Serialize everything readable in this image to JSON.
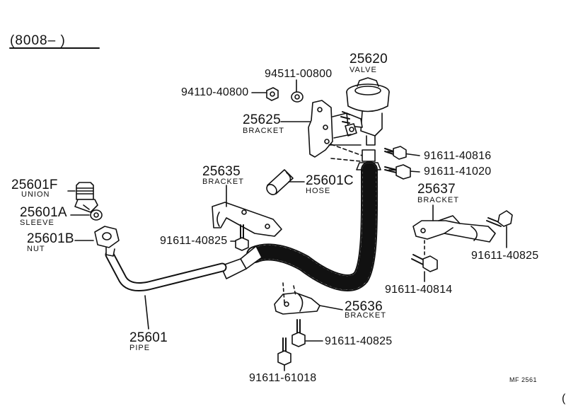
{
  "header": {
    "serial_range": "(8008–       )"
  },
  "parts": {
    "p25620": {
      "number": "25620",
      "name": "VALVE"
    },
    "p94511": {
      "number": "94511-00800"
    },
    "p94110": {
      "number": "94110-40800"
    },
    "p25625": {
      "number": "25625",
      "name": "BRACKET"
    },
    "p91611_40816": {
      "number": "91611-40816"
    },
    "p91611_41020": {
      "number": "91611-41020"
    },
    "p25635": {
      "number": "25635",
      "name": "BRACKET"
    },
    "p25601C": {
      "number": "25601C",
      "name": "HOSE"
    },
    "p25637": {
      "number": "25637",
      "name": "BRACKET"
    },
    "p25601F": {
      "number": "25601F",
      "name": "UNION"
    },
    "p25601A": {
      "number": "25601A",
      "name": "SLEEVE"
    },
    "p25601B": {
      "number": "25601B",
      "name": "NUT"
    },
    "p91611_40825a": {
      "number": "91611-40825"
    },
    "p91611_40825b": {
      "number": "91611-40825"
    },
    "p91611_40825c": {
      "number": "91611-40825"
    },
    "p91611_40814": {
      "number": "91611-40814"
    },
    "p25636": {
      "number": "25636",
      "name": "BRACKET"
    },
    "p25601": {
      "number": "25601",
      "name": "PIPE"
    },
    "p91611_61018": {
      "number": "91611-61018"
    }
  },
  "footer": {
    "figure_code": "MF 2561",
    "edge_mark": "("
  },
  "colors": {
    "ink": "#111111",
    "paper": "#ffffff"
  }
}
